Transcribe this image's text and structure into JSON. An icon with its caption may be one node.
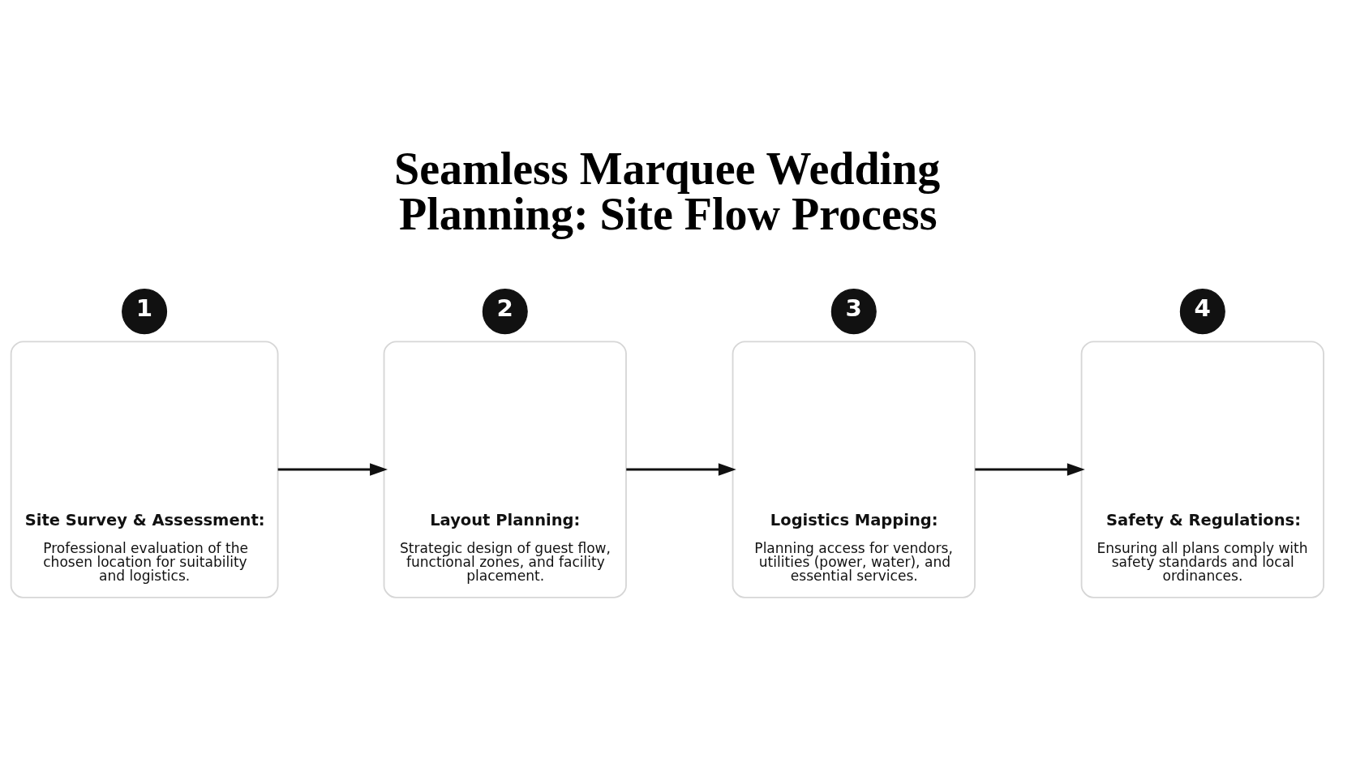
{
  "diagram": {
    "title": "Seamless Marquee Wedding Planning: Site Flow Process",
    "nodes": [
      {
        "text": [
          "1"
        ]
      },
      {
        "text": [
          "Site Survey & Assessment:",
          "Professional evaluation of the chosen location for suitability and logistics."
        ]
      },
      {
        "text": [
          "2"
        ]
      },
      {
        "text": [
          "Layout Planning:",
          "Strategic design of guest flow, functional zones, and facility placement."
        ]
      },
      {
        "text": [
          "3"
        ]
      },
      {
        "text": [
          "Logistics Mapping:",
          "Planning access for vendors, utilities (power, water), and essential services."
        ]
      },
      {
        "text": [
          "4"
        ]
      },
      {
        "text": [
          "Safety & Regulations:",
          "Ensuring all plans comply with safety standards and local ordinances."
        ]
      }
    ],
    "edges": [
      {
        "from": 1,
        "to": 3,
        "arrow": "to"
      },
      {
        "from": 3,
        "to": 5,
        "arrow": "to"
      },
      {
        "from": 5,
        "to": 7,
        "arrow": "to"
      }
    ]
  }
}
